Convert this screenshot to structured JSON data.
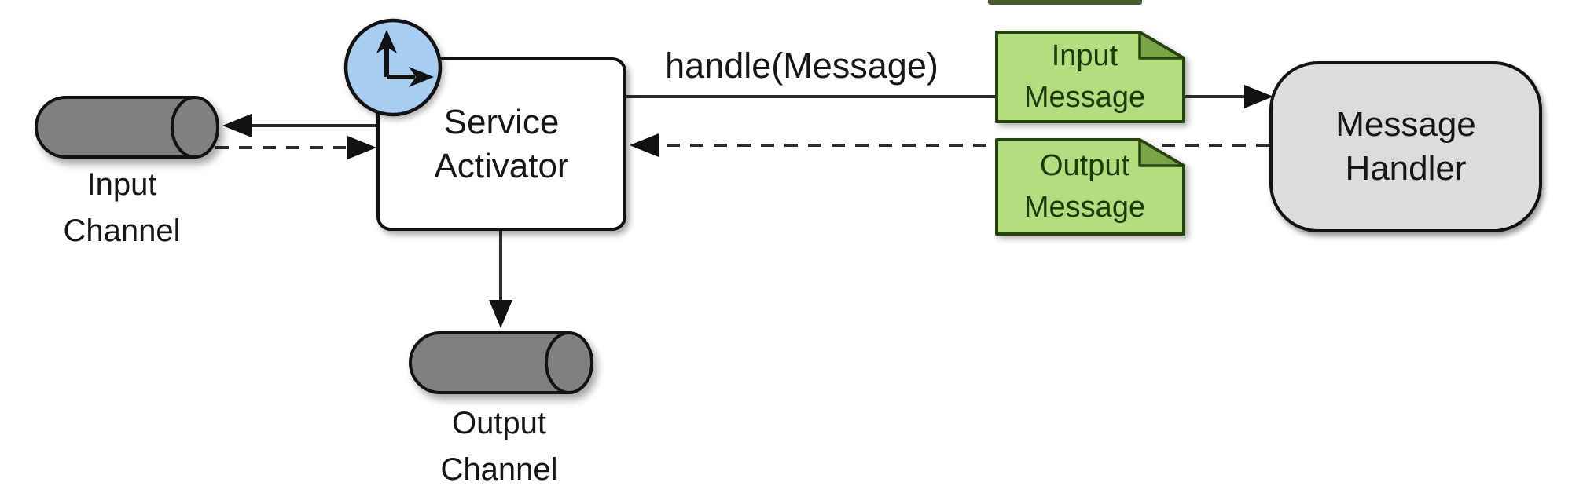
{
  "nodes": {
    "input_channel": {
      "label": "Input\nChannel"
    },
    "output_channel": {
      "label": "Output\nChannel"
    },
    "service_activator": {
      "label": "Service\nActivator"
    },
    "input_message": {
      "label": "Input\nMessage"
    },
    "output_message": {
      "label": "Output\nMessage"
    },
    "message_handler": {
      "label": "Message\nHandler"
    }
  },
  "edges": {
    "handle_label": "handle(Message)"
  },
  "colors": {
    "message_fill": "#b4dd80",
    "message_flap": "#79a547",
    "message_border": "#26430e",
    "doc_text": "#1c3a0b",
    "clock_fill": "#a7cdf0",
    "channel_fill": "#808080",
    "handler_fill": "#dcdcdc",
    "line": "#2c2c2c",
    "ink": "#121212",
    "text": "#161616"
  }
}
